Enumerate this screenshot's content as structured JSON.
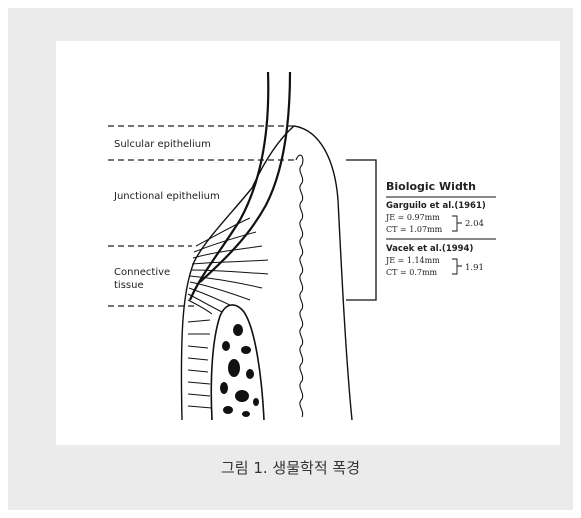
{
  "labels": {
    "sulcular": "Sulcular epithelium",
    "junctional": "Junctional epithelium",
    "connective_line1": "Connective",
    "connective_line2": "tissue"
  },
  "biologic_width": {
    "title": "Biologic Width",
    "studies": [
      {
        "reference": "Garguilo et al.(1961)",
        "je": "JE = 0.97mm",
        "ct": "CT = 1.07mm",
        "total": "2.04"
      },
      {
        "reference": "Vacek et al.(1994)",
        "je": "JE = 1.14mm",
        "ct": "CT = 0.7mm",
        "total": "1.91"
      }
    ]
  },
  "caption": "그림 1. 생물학적 폭경",
  "colors": {
    "background": "#ebebeb",
    "panel": "#ffffff",
    "ink": "#111111"
  }
}
